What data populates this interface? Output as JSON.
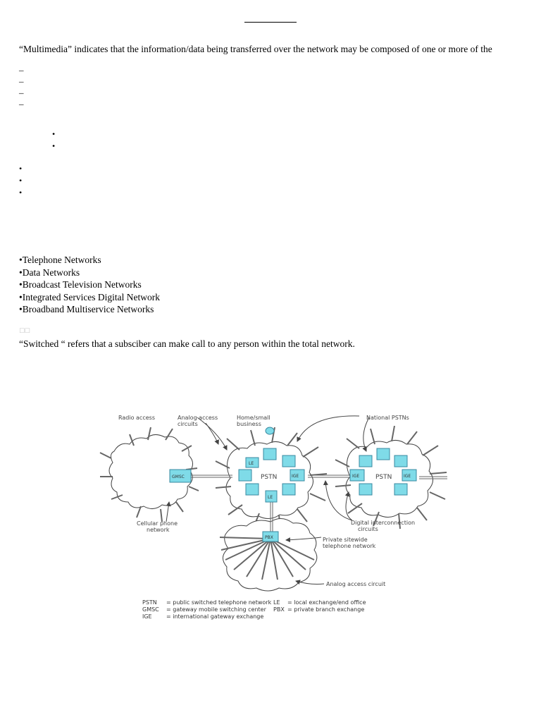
{
  "intro": "“Multimedia” indicates that the information/data being transferred over the network may be composed of one or more of the",
  "dashes": [
    "–",
    "–",
    "–",
    "–"
  ],
  "inner_bullets": [
    "•",
    "•"
  ],
  "outer_bullets": [
    "•",
    "•",
    "•"
  ],
  "networks": [
    "•Telephone Networks",
    "•Data Networks",
    "•Broadcast Television Networks",
    "•Integrated Services Digital Network",
    "•Broadband Multiservice Networks"
  ],
  "placeholder_boxes": "□□",
  "switched_text": "“Switched “ refers that a subsciber can make call to any person within the total network.",
  "diagram": {
    "labels": {
      "radio_access": "Radio access",
      "analog_access": [
        "Analog access",
        "circuits"
      ],
      "home_small": [
        "Home/small",
        "business"
      ],
      "national_pstns": "National PSTNs",
      "gmsc": "GMSC",
      "le": "LE",
      "pstn": "PSTN",
      "ige": "IGE",
      "pbx": "PBX",
      "cellular": [
        "Cellular phone",
        "network"
      ],
      "digital_interconnect": [
        "Digital interconnection",
        "circuits"
      ],
      "private_sitewide": [
        "Private sitewide",
        "telephone network"
      ],
      "analog_access_circuit": "Analog access circuit"
    },
    "legend": [
      [
        "PSTN",
        "= public switched telephone network"
      ],
      [
        "GMSC",
        "= gateway mobile switching center"
      ],
      [
        "IGE",
        "= international gateway exchange"
      ],
      [
        "LE",
        "= local exchange/end office"
      ],
      [
        "PBX",
        "= private branch exchange"
      ]
    ]
  }
}
